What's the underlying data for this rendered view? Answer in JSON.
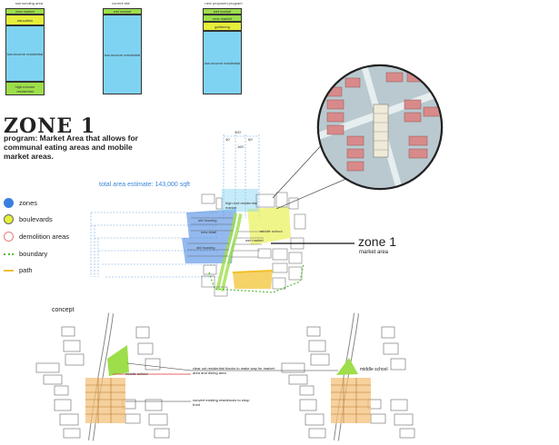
{
  "columns": [
    {
      "title": "surrounding area",
      "blocks": [
        "new market",
        "education",
        "low-income residential",
        "high-income residential"
      ]
    },
    {
      "title": "current site",
      "blocks": [
        "wet market",
        "low-income residential"
      ]
    },
    {
      "title": "new proposed program",
      "blocks": [
        "wet market",
        "new market",
        "gathering",
        "low-income residential"
      ]
    }
  ],
  "zone": {
    "title": "ZONE 1",
    "program": "program: Market Area that allows for communal eating areas and mobile market areas.",
    "estimate": "total area estimate: 143,000 sqft"
  },
  "legend": [
    {
      "label": "zones",
      "color": "#3a7fe0"
    },
    {
      "label": "boulevards",
      "color": "#e6ef3a"
    },
    {
      "label": "demolition areas",
      "color": "#e48080"
    },
    {
      "label": "boundary",
      "color": "#55bb33"
    },
    {
      "label": "path",
      "color": "#f2c029"
    }
  ],
  "map_labels": {
    "zone_label": "zone 1",
    "zone_sub": "market area",
    "high_end": "high end residential market",
    "middle_school": "middle school",
    "wet_market": "wet market",
    "new_retail": "new retail",
    "old_housing_1": "old housing",
    "old_housing_2": "old housing"
  },
  "dimensions": [
    "300'",
    "40'",
    "60'",
    "160'"
  ],
  "concept": {
    "title": "concept",
    "middle_school_left": "middle school",
    "middle_school_right": "middle school",
    "note1": "clear out residential blocks to make way for market area and dining area",
    "note2": "convert existing residences to shop front"
  },
  "colors": {
    "green": "#9dde4a",
    "yellow": "#e6ef3a",
    "blue": "#7fd3f2",
    "zone_blue": "#3a7fe0"
  }
}
